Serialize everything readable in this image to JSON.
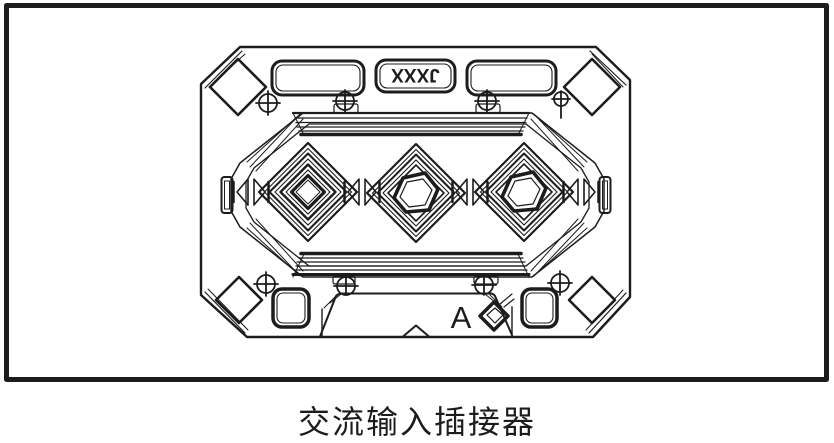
{
  "colors": {
    "line": "#1c1c1c",
    "background": "#ffffff"
  },
  "figure": {
    "caption": "交流输入插接器",
    "connector_marking": "JXXX",
    "datum_label": "A"
  },
  "icons": {
    "target_mark": "crosshair-circle",
    "datum_feature": "rounded-diamond"
  }
}
